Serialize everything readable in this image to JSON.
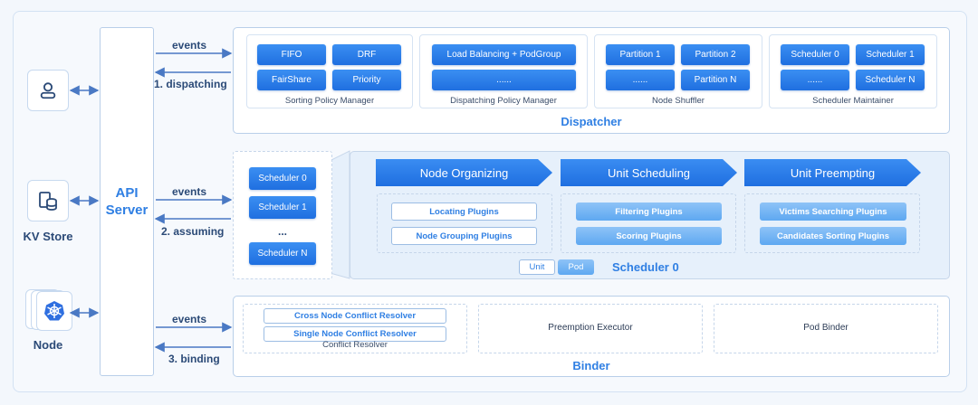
{
  "left": {
    "kv_label": "KV Store",
    "node_label": "Node"
  },
  "api": {
    "line1": "API",
    "line2": "Server"
  },
  "arrows": {
    "dispatcher_events": "events",
    "dispatcher_dispatching": "1. dispatching",
    "scheduler_events": "events",
    "scheduler_assuming": "2. assuming",
    "binder_events": "events",
    "binder_binding": "3. binding"
  },
  "dispatcher": {
    "title": "Dispatcher",
    "sorting": {
      "caption": "Sorting Policy Manager",
      "items": [
        "FIFO",
        "DRF",
        "FairShare",
        "Priority"
      ]
    },
    "dispatching": {
      "caption": "Dispatching Policy Manager",
      "items": [
        "Load Balancing + PodGroup",
        "......"
      ]
    },
    "shuffler": {
      "caption": "Node Shuffler",
      "items": [
        "Partition 1",
        "Partition 2",
        "......",
        "Partition N"
      ]
    },
    "maintainer": {
      "caption": "Scheduler Maintainer",
      "items": [
        "Scheduler 0",
        "Scheduler 1",
        "......",
        "Scheduler N"
      ]
    }
  },
  "schedulers": {
    "items": [
      "Scheduler 0",
      "Scheduler 1",
      "...",
      "Scheduler N"
    ]
  },
  "scheduler": {
    "title": "Scheduler 0",
    "stages": [
      "Node Organizing",
      "Unit Scheduling",
      "Unit Preempting"
    ],
    "organizing": [
      "Locating Plugins",
      "Node Grouping Plugins"
    ],
    "scheduling": [
      "Filtering Plugins",
      "Scoring Plugins"
    ],
    "preempting": [
      "Victims Searching Plugins",
      "Candidates Sorting Plugins"
    ],
    "legend": {
      "unit": "Unit",
      "pod": "Pod"
    }
  },
  "binder": {
    "title": "Binder",
    "conflict": {
      "caption": "Conflict Resolver",
      "items": [
        "Cross Node Conflict Resolver",
        "Single Node Conflict Resolver"
      ]
    },
    "preemption": "Preemption Executor",
    "pod_binder": "Pod Binder"
  },
  "colors": {
    "accent": "#2f7fe3",
    "dark_text": "#2b4a77",
    "button": "#1f6fe0"
  }
}
